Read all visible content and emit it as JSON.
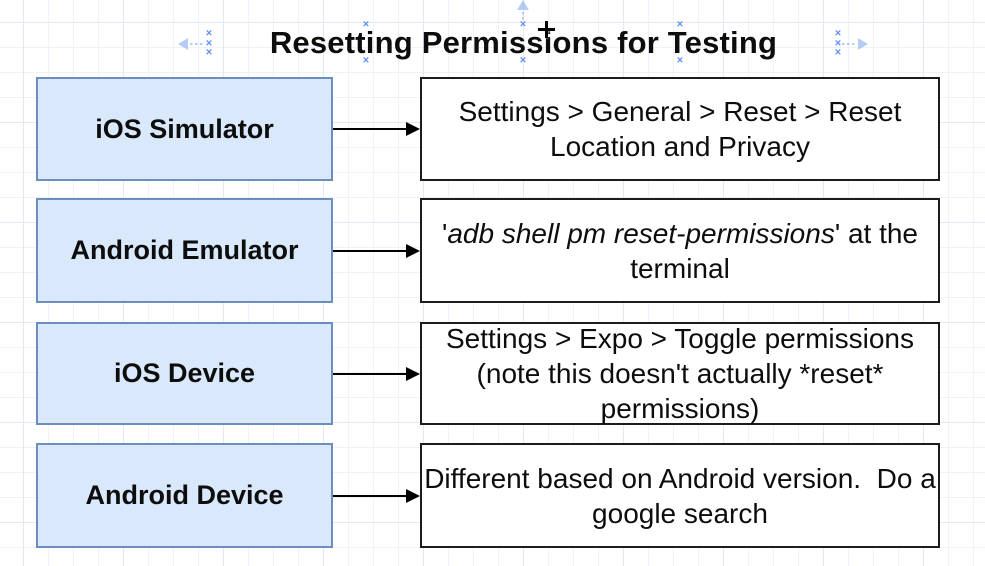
{
  "title": {
    "text": "Resetting Permissions for Testing"
  },
  "selection": {
    "connection_point_glyph": "×",
    "direction_arrows": [
      "left",
      "up",
      "right"
    ]
  },
  "colors": {
    "source_fill": "#dae8fc",
    "source_border": "#6c8ebf",
    "target_fill": "#ffffff",
    "target_border": "#1c1c1c",
    "connector": "#000000",
    "handle_blue": "#4f82f7",
    "direction_arrow_blue": "#9ebcf5",
    "grid_minor": "#eef2f9",
    "grid_major": "#e3e9f3"
  },
  "rows": [
    {
      "source": "iOS Simulator",
      "target_lines": [
        [
          {
            "text": "Settings > General > Reset > Reset"
          }
        ],
        [
          {
            "text": "Location and Privacy"
          }
        ]
      ]
    },
    {
      "source": "Android Emulator",
      "target_lines": [
        [
          {
            "text": "'"
          },
          {
            "text": "adb shell pm reset-permissions",
            "italic": true
          },
          {
            "text": "' at the"
          }
        ],
        [
          {
            "text": "terminal"
          }
        ]
      ]
    },
    {
      "source": "iOS Device",
      "target_lines": [
        [
          {
            "text": "Settings > Expo > Toggle permissions"
          }
        ],
        [
          {
            "text": "(note this doesn't actually *reset*"
          }
        ],
        [
          {
            "text": "permissions)"
          }
        ]
      ]
    },
    {
      "source": "Android Device",
      "target_lines": [
        [
          {
            "text": "Different based on Android version.  Do a"
          }
        ],
        [
          {
            "text": "google search"
          }
        ]
      ]
    }
  ]
}
